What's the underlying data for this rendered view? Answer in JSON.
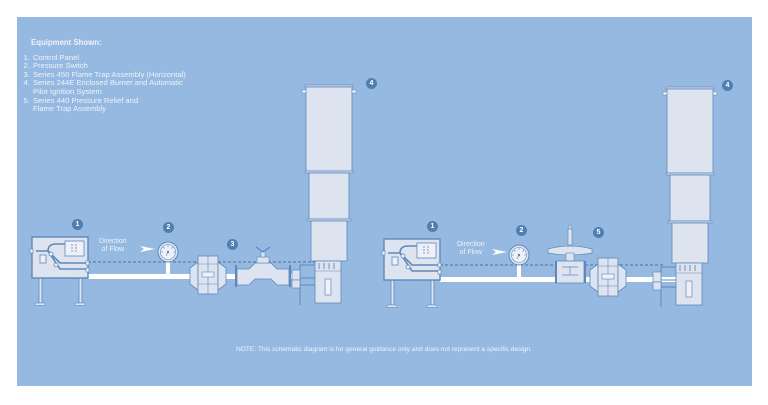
{
  "legend": {
    "title": "Equipment Shown:",
    "items": [
      {
        "num": "1.",
        "text": "Control Panel"
      },
      {
        "num": "2.",
        "text": "Pressure Switch"
      },
      {
        "num": "3.",
        "text": "Series 450 Flame Trap Assembly (Horizontal)"
      },
      {
        "num": "4.",
        "text": "Series 244E Enclosed Burner and Automatic Pilot Ignition System"
      },
      {
        "num": "5.",
        "text": "Series 440 Pressure Relief and Flame Trap Assembly"
      }
    ]
  },
  "left_diagram": {
    "badges": [
      "1",
      "2",
      "3",
      "4"
    ],
    "flow_label_line1": "Direction",
    "flow_label_line2": "of Flow"
  },
  "right_diagram": {
    "badges": [
      "1",
      "2",
      "5",
      "4"
    ],
    "flow_label_line1": "Direction",
    "flow_label_line2": "of Flow"
  },
  "note": "NOTE: This schematic diagram is for general guidance only and does not represent a specific design.",
  "colors": {
    "background": "#96b9e1",
    "equipment_fill": "#dde4f0",
    "equipment_stroke": "#5e88ba",
    "pipe": "#ffffff",
    "badge": "#4f7fb0",
    "text": "#eef3fa"
  }
}
